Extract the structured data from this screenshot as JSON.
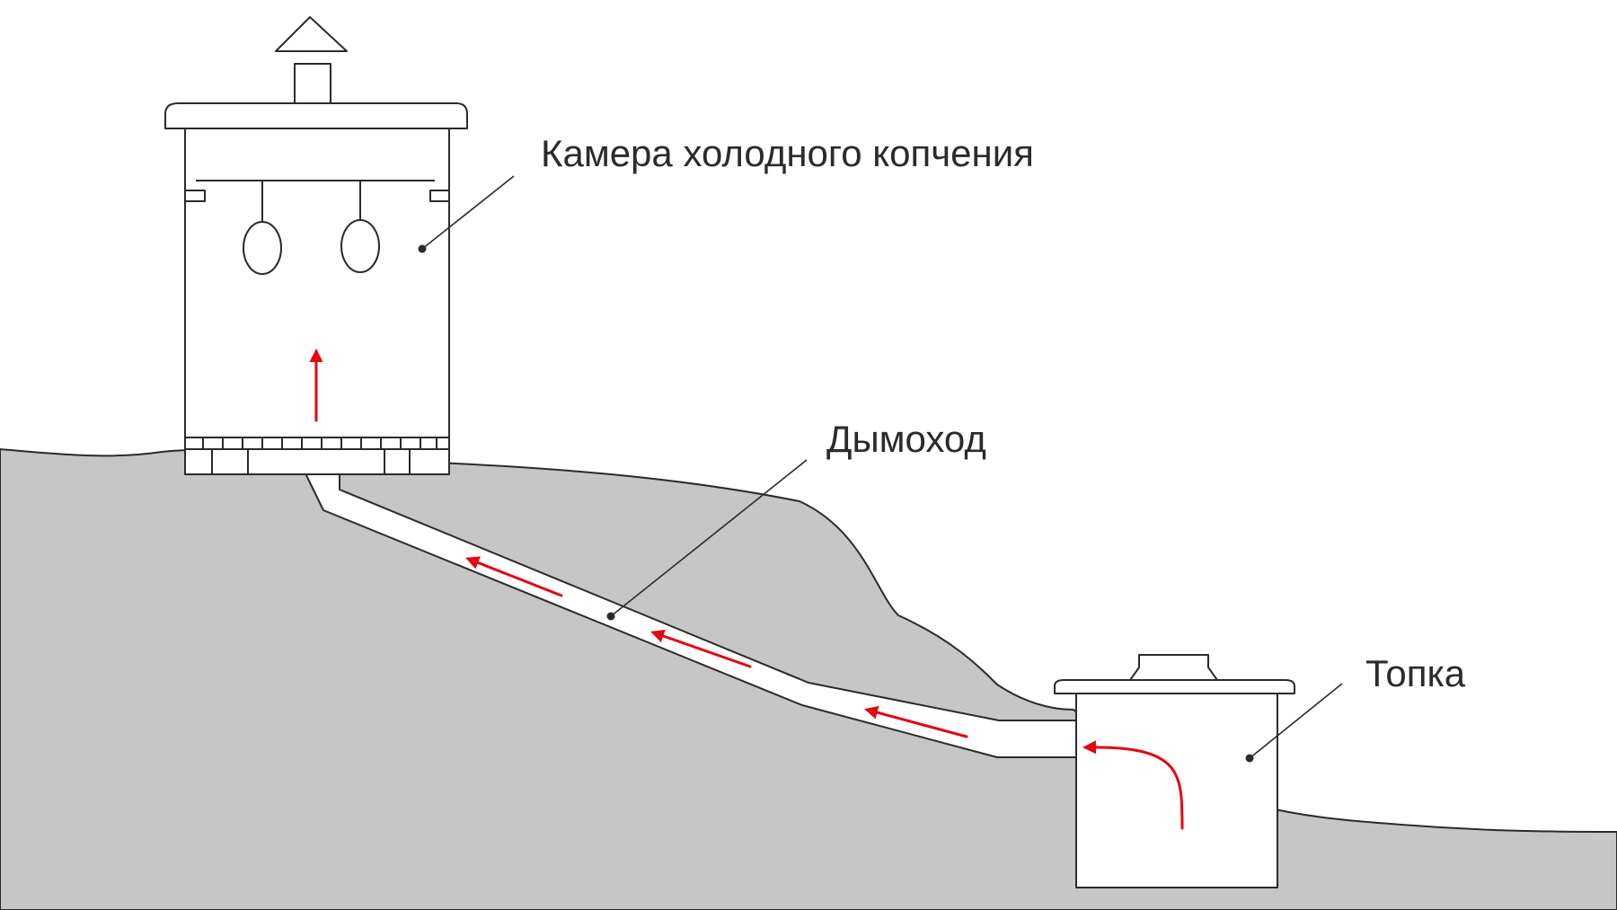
{
  "labels": {
    "smoking_chamber": "Камера холодного копчения",
    "chimney": "Дымоход",
    "firebox": "Топка"
  },
  "colors": {
    "ground": "#c6c6c6",
    "outline": "#2b2b2b",
    "smoke_flow": "#e30613",
    "background": "#ffffff"
  }
}
